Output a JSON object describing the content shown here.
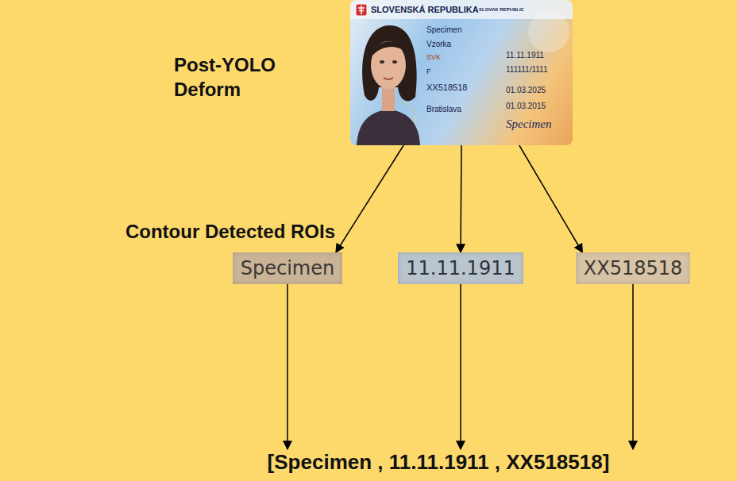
{
  "diagram": {
    "nodes": [
      {
        "text": [
          "SLOVENSKÁ REPUBLIKA",
          "SLOVAK REPUBLIC",
          "Specimen",
          "Vzorka",
          "SVK",
          "F",
          "XX518518",
          "Bratislava",
          "11.11.1911",
          "111111/1111",
          "01.03.2025",
          "01.03.2015",
          "Specimen"
        ]
      },
      {
        "text": [
          "Specimen"
        ]
      },
      {
        "text": [
          "11.11.1911"
        ]
      },
      {
        "text": [
          "XX518518"
        ]
      },
      {
        "text": [
          "[Specimen , 11.11.1911 , XX518518]"
        ]
      }
    ],
    "edges": [
      {
        "from": 0,
        "to": 1,
        "arrow": "to"
      },
      {
        "from": 0,
        "to": 2,
        "arrow": "to"
      },
      {
        "from": 0,
        "to": 3,
        "arrow": "to"
      },
      {
        "from": 1,
        "to": 4,
        "arrow": "to"
      },
      {
        "from": 2,
        "to": 4,
        "arrow": "to"
      },
      {
        "from": 3,
        "to": 4,
        "arrow": "to"
      }
    ],
    "labels": [
      "Post-YOLO Deform",
      "Contour Detected ROIs"
    ]
  }
}
